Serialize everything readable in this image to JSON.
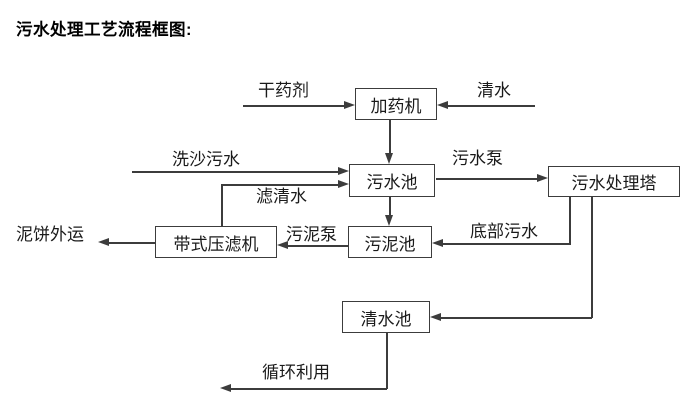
{
  "title": "污水处理工艺流程框图:",
  "colors": {
    "background": "#ffffff",
    "line": "#3c3c3c",
    "text": "#1a1a1a"
  },
  "diagram": {
    "nodes": {
      "dosing_machine": "加药机",
      "sewage_pool": "污水池",
      "treatment_tower": "污水处理塔",
      "belt_filter_press": "带式压滤机",
      "sludge_pool": "污泥池",
      "clean_water_pool": "清水池"
    },
    "flow_labels": {
      "dry_agent": "干药剂",
      "clean_water": "清水",
      "sand_washing_sewage": "洗沙污水",
      "sewage_pump": "污水泵",
      "filtered_water": "滤清水",
      "mud_cake_out": "泥饼外运",
      "sludge_pump": "污泥泵",
      "bottom_sewage": "底部污水",
      "recycle": "循环利用"
    }
  }
}
